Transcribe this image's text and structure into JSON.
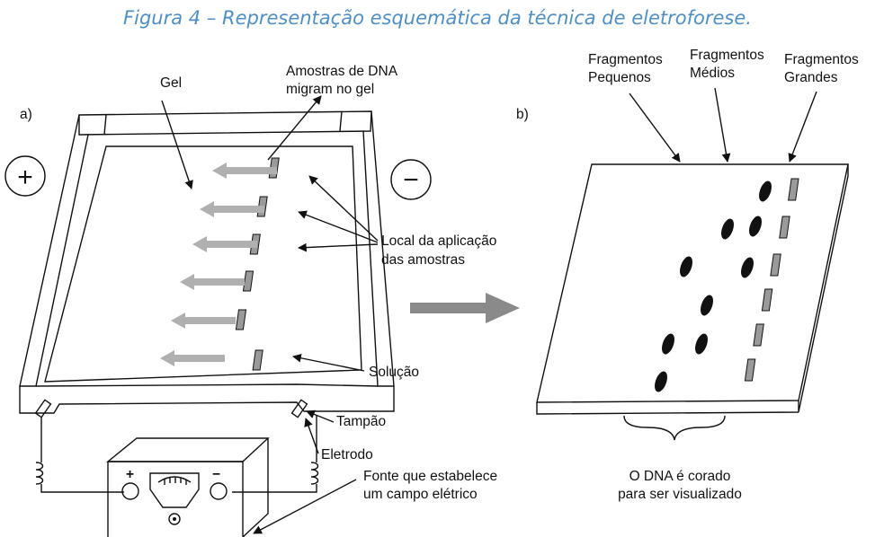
{
  "caption": "Figura 4 – Representação esquemática da técnica de eletroforese.",
  "panel_a": {
    "label": "a)",
    "plus": "+",
    "minus": "−",
    "gel": "Gel",
    "samples_migrate": [
      "Amostras de DNA",
      "migram no gel"
    ],
    "application_site": [
      "Local da aplicação",
      "das amostras"
    ],
    "solution": "Solução",
    "buffer": "Tampão",
    "electrode": "Eletrodo",
    "power_source": [
      "Fonte que estabelece",
      "um campo elétrico"
    ],
    "source_plus": "+",
    "source_minus": "−"
  },
  "panel_b": {
    "label": "b)",
    "small_fragments": [
      "Fragmentos",
      "Pequenos"
    ],
    "medium_fragments": [
      "Fragmentos",
      "Médios"
    ],
    "large_fragments": [
      "Fragmentos",
      "Grandes"
    ],
    "stained": [
      "O DNA é corado",
      "para ser visualizado"
    ]
  },
  "colors": {
    "caption": "#4f8fc3",
    "migration_arrow": "#b0b0b0",
    "well": "#9a9a9a",
    "transfer_arrow": "#8a8a8a"
  }
}
